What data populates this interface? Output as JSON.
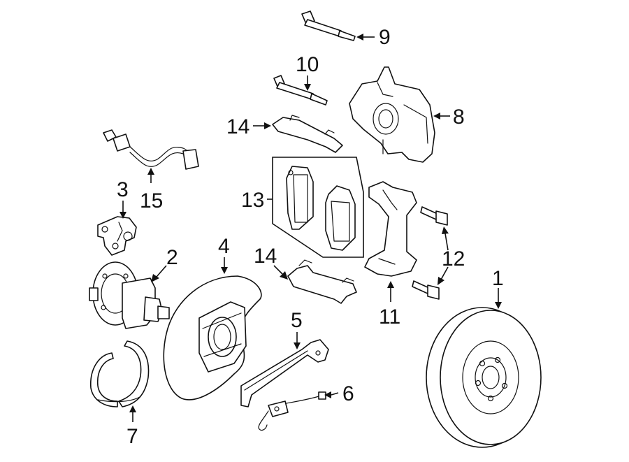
{
  "labels": [
    {
      "id": "1",
      "text": "1"
    },
    {
      "id": "2",
      "text": "2"
    },
    {
      "id": "3",
      "text": "3"
    },
    {
      "id": "4",
      "text": "4"
    },
    {
      "id": "5",
      "text": "5"
    },
    {
      "id": "6",
      "text": "6"
    },
    {
      "id": "7",
      "text": "7"
    },
    {
      "id": "8",
      "text": "8"
    },
    {
      "id": "9",
      "text": "9"
    },
    {
      "id": "10",
      "text": "10"
    },
    {
      "id": "11",
      "text": "11"
    },
    {
      "id": "12",
      "text": "12"
    },
    {
      "id": "13",
      "text": "13"
    },
    {
      "id": "14a",
      "text": "14"
    },
    {
      "id": "14b",
      "text": "14"
    },
    {
      "id": "15",
      "text": "15"
    }
  ]
}
